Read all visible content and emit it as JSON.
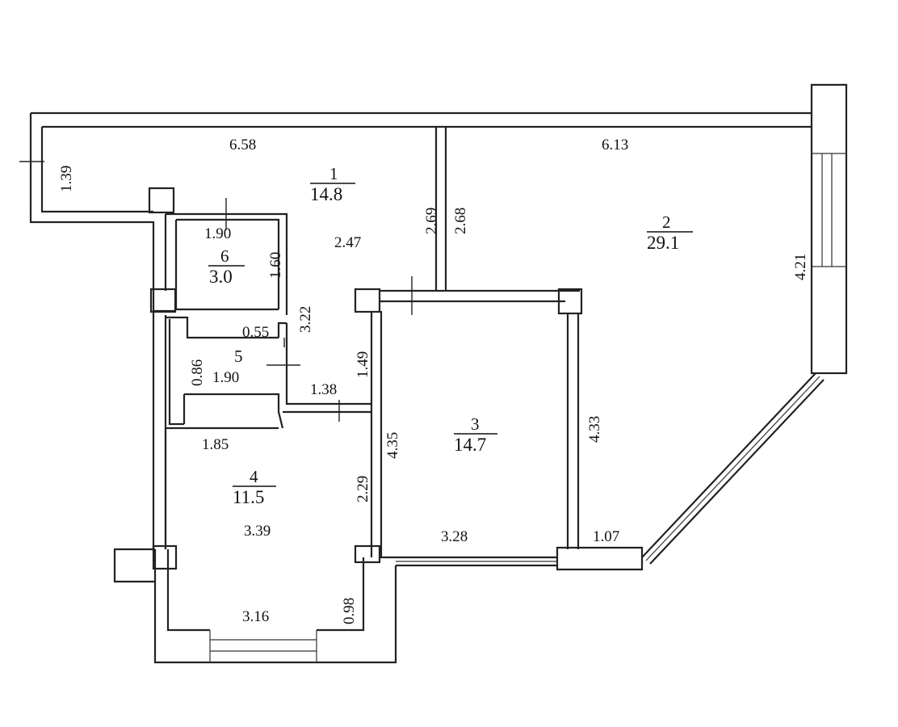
{
  "rooms": [
    {
      "number": "1",
      "area": "14.8"
    },
    {
      "number": "2",
      "area": "29.1"
    },
    {
      "number": "3",
      "area": "14.7"
    },
    {
      "number": "4",
      "area": "11.5"
    },
    {
      "number": "5",
      "area": ""
    },
    {
      "number": "6",
      "area": "3.0"
    }
  ],
  "dimensions": {
    "corridor_length": "6.58",
    "corridor_width": "1.39",
    "hall_width": "2.47",
    "room1_partition_a": "2.69",
    "room2_partition_b": "2.68",
    "room2_length": "6.13",
    "room2_window_wall": "4.21",
    "room6_width": "1.90",
    "room6_depth": "1.60",
    "closet_height": "3.22",
    "room5_niche": "0.55",
    "room5_depth": "0.86",
    "room5_width": "1.90",
    "passage_depth": "1.49",
    "passage_width": "1.38",
    "room4_top_width": "1.85",
    "room4_length": "3.39",
    "room4_side": "2.29",
    "room4_bottom_width": "3.16",
    "room4_bay": "0.98",
    "room3_left": "4.35",
    "room3_right": "4.33",
    "room3_width": "3.28",
    "room2_bottom_stub": "1.07"
  }
}
